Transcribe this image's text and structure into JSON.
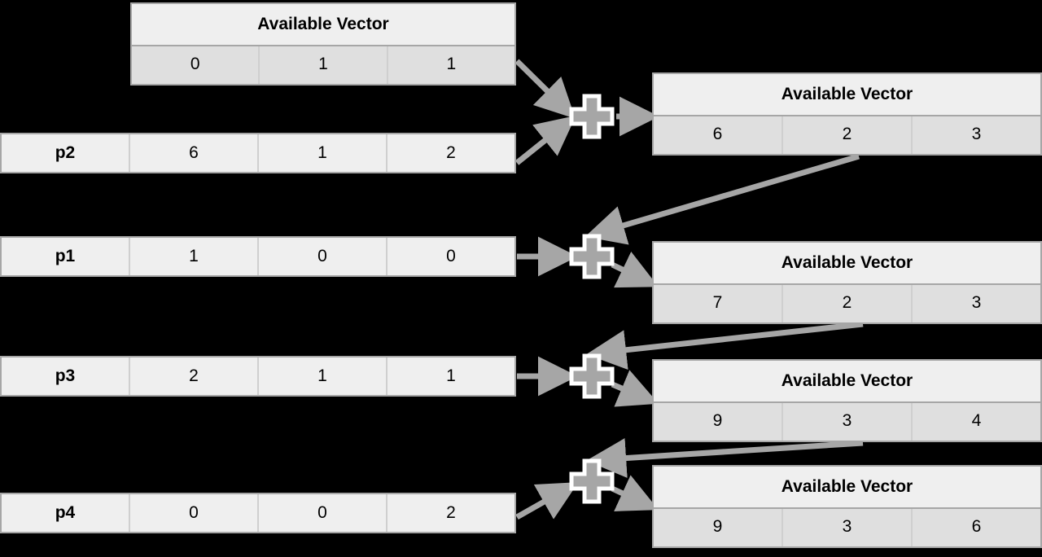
{
  "diagram": {
    "title_label": "Available Vector",
    "accent_color": "#a6a6a6",
    "header_bg": "#efefef",
    "cell_bg": "#dfdfdf",
    "background": "#000000",
    "connector_icon": "plus-icon"
  },
  "left_available_vector": {
    "label": "Available Vector",
    "values": [
      "0",
      "1",
      "1"
    ]
  },
  "processes": [
    {
      "id": "p2",
      "label": "p2",
      "values": [
        "6",
        "1",
        "2"
      ]
    },
    {
      "id": "p1",
      "label": "p1",
      "values": [
        "1",
        "0",
        "0"
      ]
    },
    {
      "id": "p3",
      "label": "p3",
      "values": [
        "2",
        "1",
        "1"
      ]
    },
    {
      "id": "p4",
      "label": "p4",
      "values": [
        "0",
        "0",
        "2"
      ]
    }
  ],
  "results": [
    {
      "label": "Available Vector",
      "values": [
        "6",
        "2",
        "3"
      ]
    },
    {
      "label": "Available Vector",
      "values": [
        "7",
        "2",
        "3"
      ]
    },
    {
      "label": "Available Vector",
      "values": [
        "9",
        "3",
        "4"
      ]
    },
    {
      "label": "Available Vector",
      "values": [
        "9",
        "3",
        "6"
      ]
    }
  ],
  "connectors": [
    {
      "name": "plus-connector-1",
      "glyph": "plus-icon"
    },
    {
      "name": "plus-connector-2",
      "glyph": "plus-icon"
    },
    {
      "name": "plus-connector-3",
      "glyph": "plus-icon"
    },
    {
      "name": "plus-connector-4",
      "glyph": "plus-icon"
    }
  ]
}
